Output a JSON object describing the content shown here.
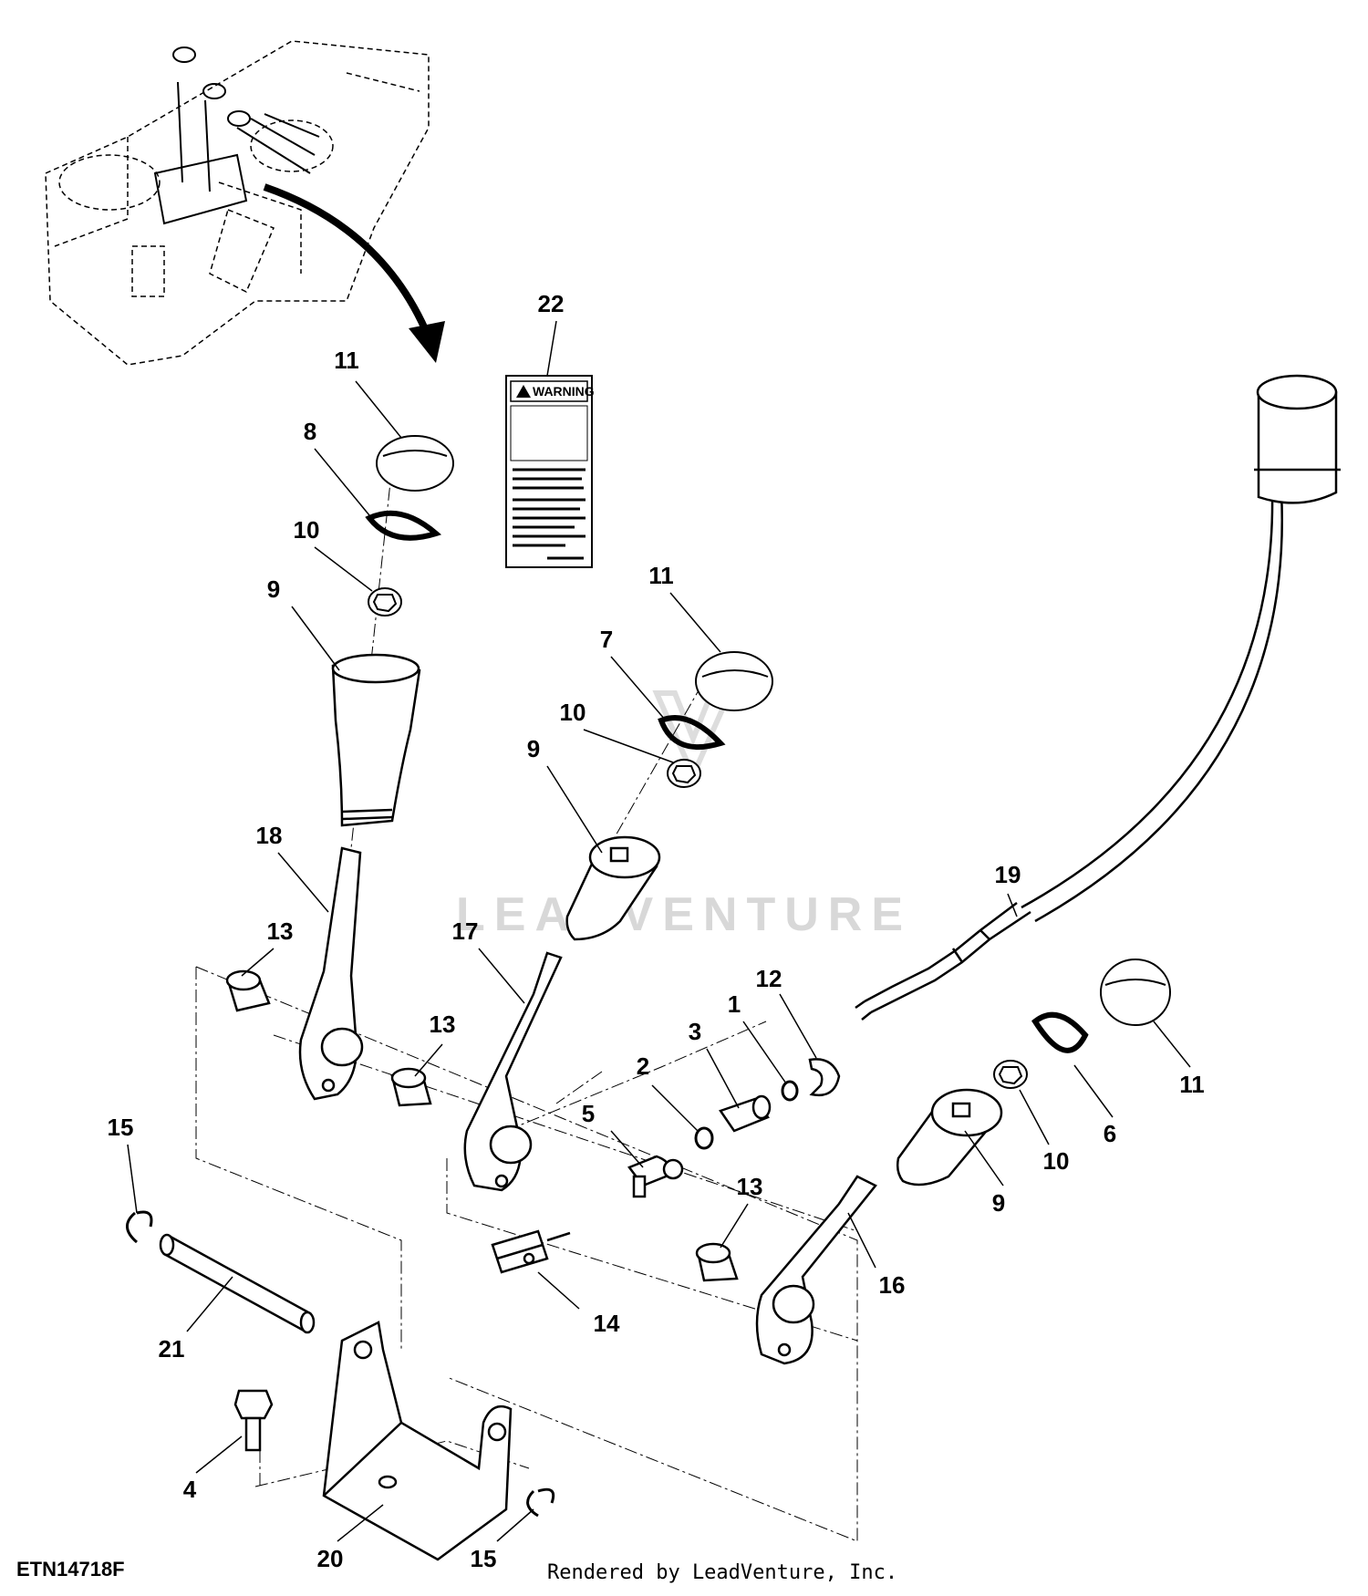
{
  "figure_id": "ETN14718F",
  "credit": "Rendered by LeadVenture, Inc.",
  "watermark": "LEADVENTURE",
  "decal": {
    "title": "WARNING"
  },
  "callouts": [
    {
      "key": "c22",
      "label": "22"
    },
    {
      "key": "c11a",
      "label": "11"
    },
    {
      "key": "c8",
      "label": "8"
    },
    {
      "key": "c10a",
      "label": "10"
    },
    {
      "key": "c9a",
      "label": "9"
    },
    {
      "key": "c11b",
      "label": "11"
    },
    {
      "key": "c7",
      "label": "7"
    },
    {
      "key": "c10b",
      "label": "10"
    },
    {
      "key": "c9b",
      "label": "9"
    },
    {
      "key": "c18",
      "label": "18"
    },
    {
      "key": "c19",
      "label": "19"
    },
    {
      "key": "c17",
      "label": "17"
    },
    {
      "key": "c13a",
      "label": "13"
    },
    {
      "key": "c13b",
      "label": "13"
    },
    {
      "key": "c12",
      "label": "12"
    },
    {
      "key": "c1",
      "label": "1"
    },
    {
      "key": "c3",
      "label": "3"
    },
    {
      "key": "c2",
      "label": "2"
    },
    {
      "key": "c5",
      "label": "5"
    },
    {
      "key": "c11c",
      "label": "11"
    },
    {
      "key": "c6",
      "label": "6"
    },
    {
      "key": "c10c",
      "label": "10"
    },
    {
      "key": "c9c",
      "label": "9"
    },
    {
      "key": "c15a",
      "label": "15"
    },
    {
      "key": "c13c",
      "label": "13"
    },
    {
      "key": "c14",
      "label": "14"
    },
    {
      "key": "c16",
      "label": "16"
    },
    {
      "key": "c21",
      "label": "21"
    },
    {
      "key": "c4",
      "label": "4"
    },
    {
      "key": "c20",
      "label": "20"
    },
    {
      "key": "c15b",
      "label": "15"
    }
  ]
}
